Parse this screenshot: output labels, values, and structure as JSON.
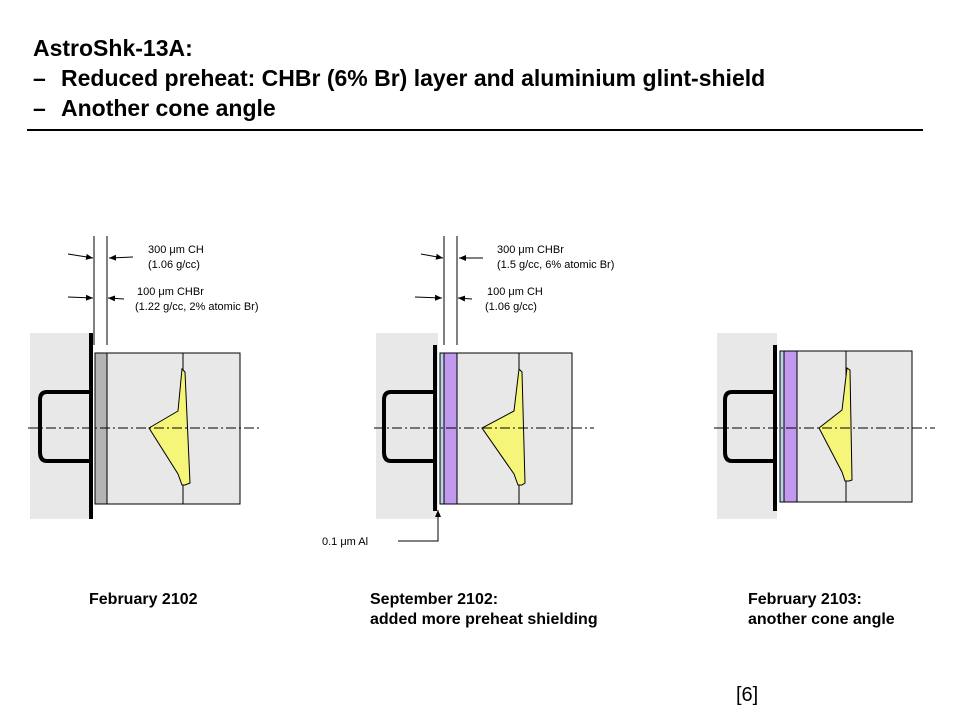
{
  "title": {
    "main": "AstroShk-13A:",
    "bullets": [
      "Reduced preheat: CHBr (6% Br) layer and aluminium glint-shield",
      "Another cone angle"
    ],
    "bullet_marker": "–"
  },
  "panels": [
    {
      "outer_label": [
        "300 μm CH",
        "(1.06 g/cc)"
      ],
      "inner_label": [
        "100 μm CHBr",
        "(1.22 g/cc, 2% atomic Br)"
      ],
      "caption": [
        "February 2102"
      ],
      "layer_colors": [
        "#b4b4b4"
      ]
    },
    {
      "outer_label": [
        "300 μm CHBr",
        "(1.5 g/cc, 6% atomic Br)"
      ],
      "inner_label": [
        "100 μm CH",
        "(1.06 g/cc)"
      ],
      "al_label": "0.1 μm Al",
      "caption": [
        "September 2102:",
        "added more preheat shielding"
      ],
      "layer_colors": [
        "#bcd3e6",
        "#c199ee"
      ]
    },
    {
      "caption": [
        "February 2103:",
        "another cone angle"
      ],
      "layer_colors": [
        "#bcd3e6",
        "#c199ee"
      ]
    }
  ],
  "colors": {
    "target_fill": "#e8e8e8",
    "cone_fill": "#f5f57a",
    "shield_fill": "#e8e8e8"
  },
  "reference": "[6]"
}
